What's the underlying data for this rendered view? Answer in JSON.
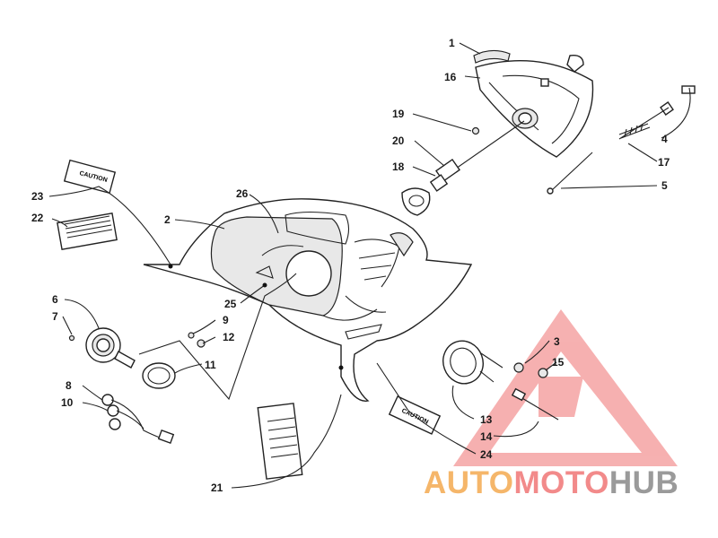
{
  "diagram": {
    "callouts": [
      "1",
      "16",
      "19",
      "20",
      "18",
      "4",
      "17",
      "5",
      "23",
      "22",
      "26",
      "2",
      "25",
      "6",
      "7",
      "9",
      "12",
      "11",
      "8",
      "10",
      "3",
      "15",
      "13",
      "14",
      "24",
      "21"
    ]
  },
  "decals": {
    "caution_small": "CAUTION",
    "caution_large": "CAUTION"
  },
  "watermark": {
    "text_auto": "AUTO",
    "text_moto": "MOTO",
    "text_hub": "HUB",
    "colors": {
      "triangle": "#f28a8a",
      "auto": "#f5b66a",
      "moto": "#f28a8a",
      "hub": "#9a9a9a"
    }
  }
}
